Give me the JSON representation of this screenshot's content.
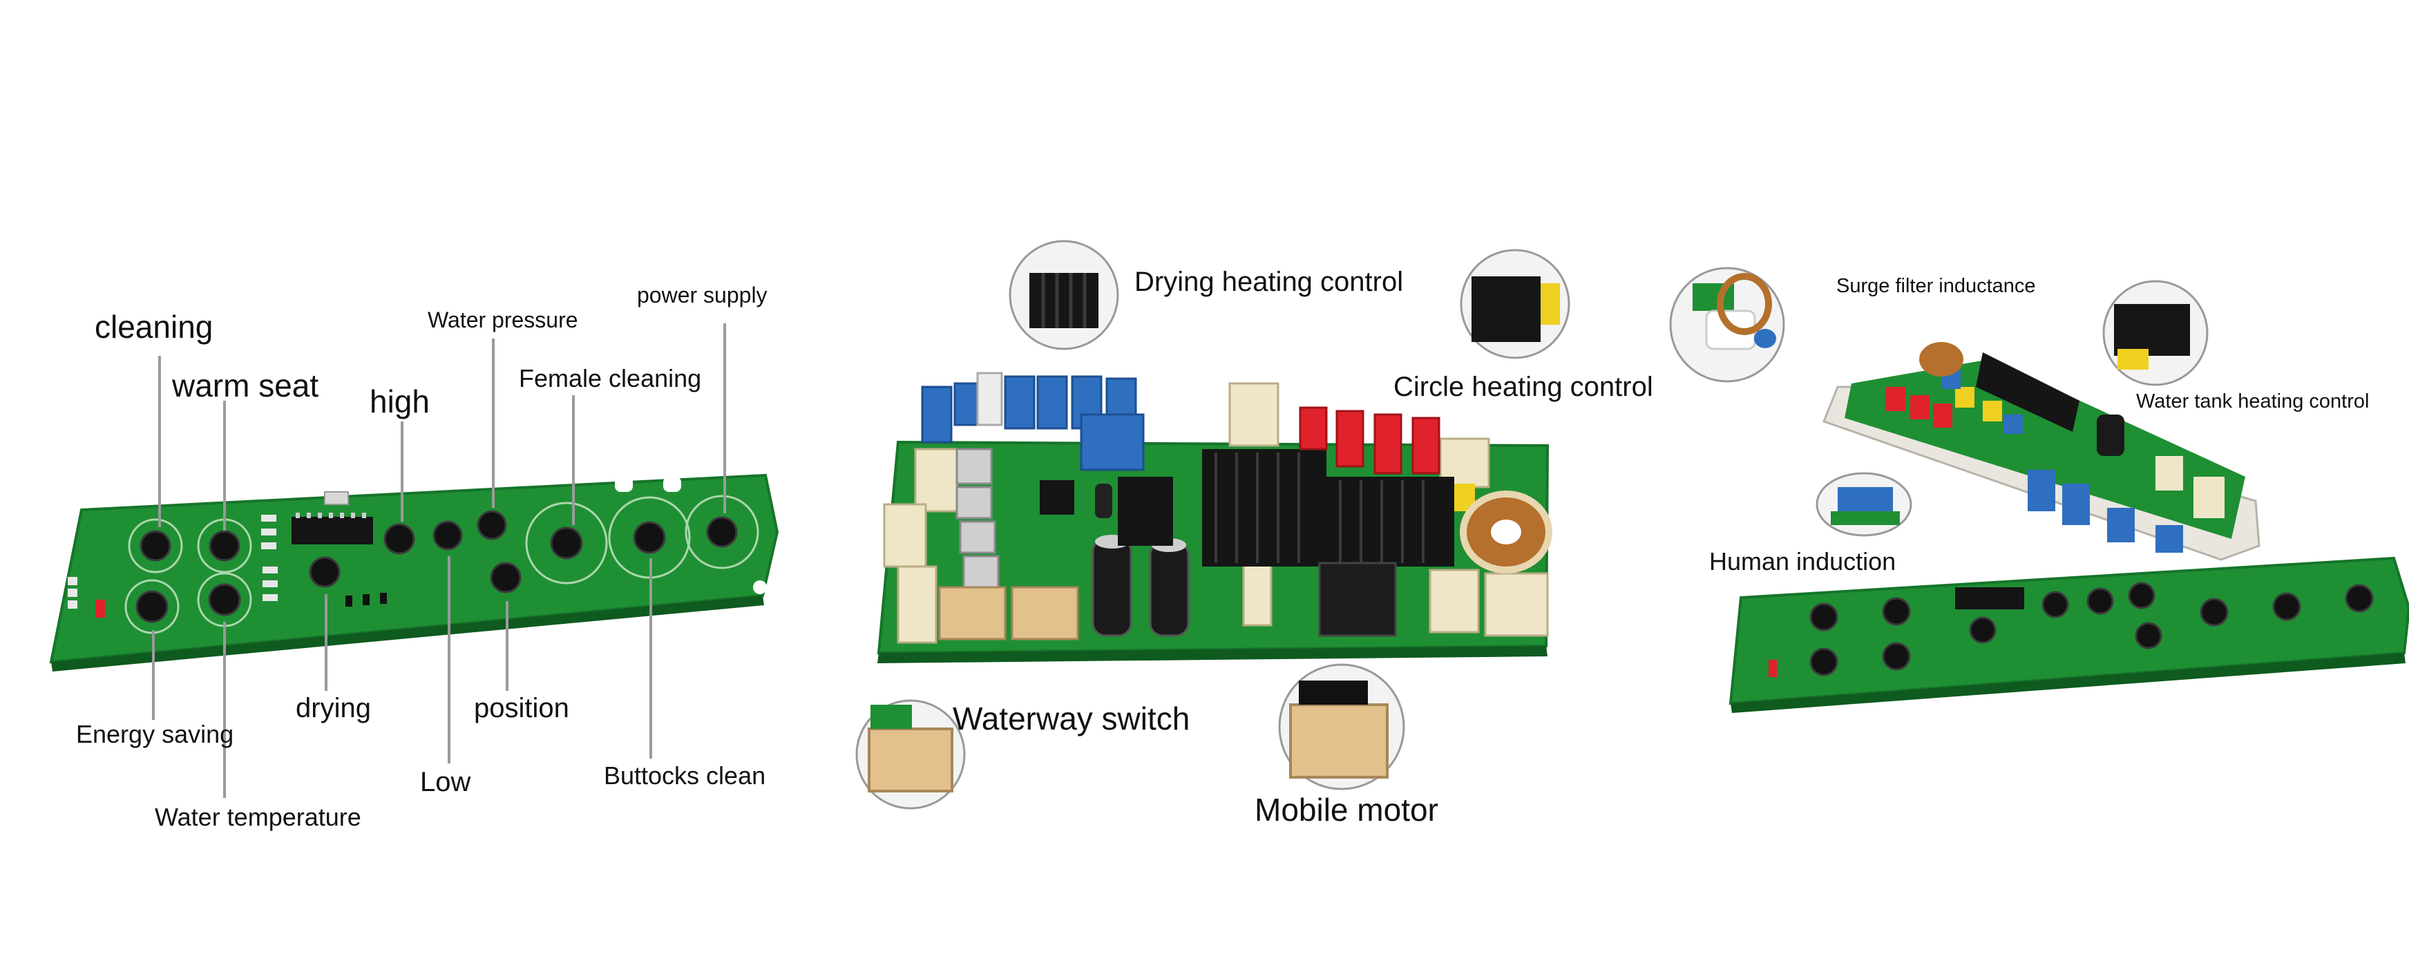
{
  "panel1": {
    "labels": {
      "cleaning": "cleaning",
      "warm_seat": "warm seat",
      "high": "high",
      "water_pressure": "Water pressure",
      "female_cleaning": "Female cleaning",
      "power_supply": "power supply",
      "energy_saving": "Energy saving",
      "water_temperature": "Water temperature",
      "drying": "drying",
      "low": "Low",
      "position": "position",
      "buttocks_clean": "Buttocks clean"
    }
  },
  "panel2": {
    "labels": {
      "drying_heating_control": "Drying heating control",
      "circle_heating_control": "Circle heating control",
      "waterway_switch": "Waterway switch",
      "mobile_motor": "Mobile motor"
    }
  },
  "panel3": {
    "labels": {
      "surge_filter_inductance": "Surge filter inductance",
      "water_tank_heating_control": "Water tank heating control",
      "human_induction": "Human induction"
    }
  },
  "colors": {
    "pcb_green": "#1f8f34",
    "pcb_edge": "#16752a",
    "button_black": "#121212",
    "connector_blue": "#2f6fc0",
    "connector_cream": "#efe6c8",
    "connector_tan": "#e2c18d",
    "relay_red": "#e0222a",
    "heatsink_black": "#151515",
    "leader_gray": "#9a9a9a"
  }
}
